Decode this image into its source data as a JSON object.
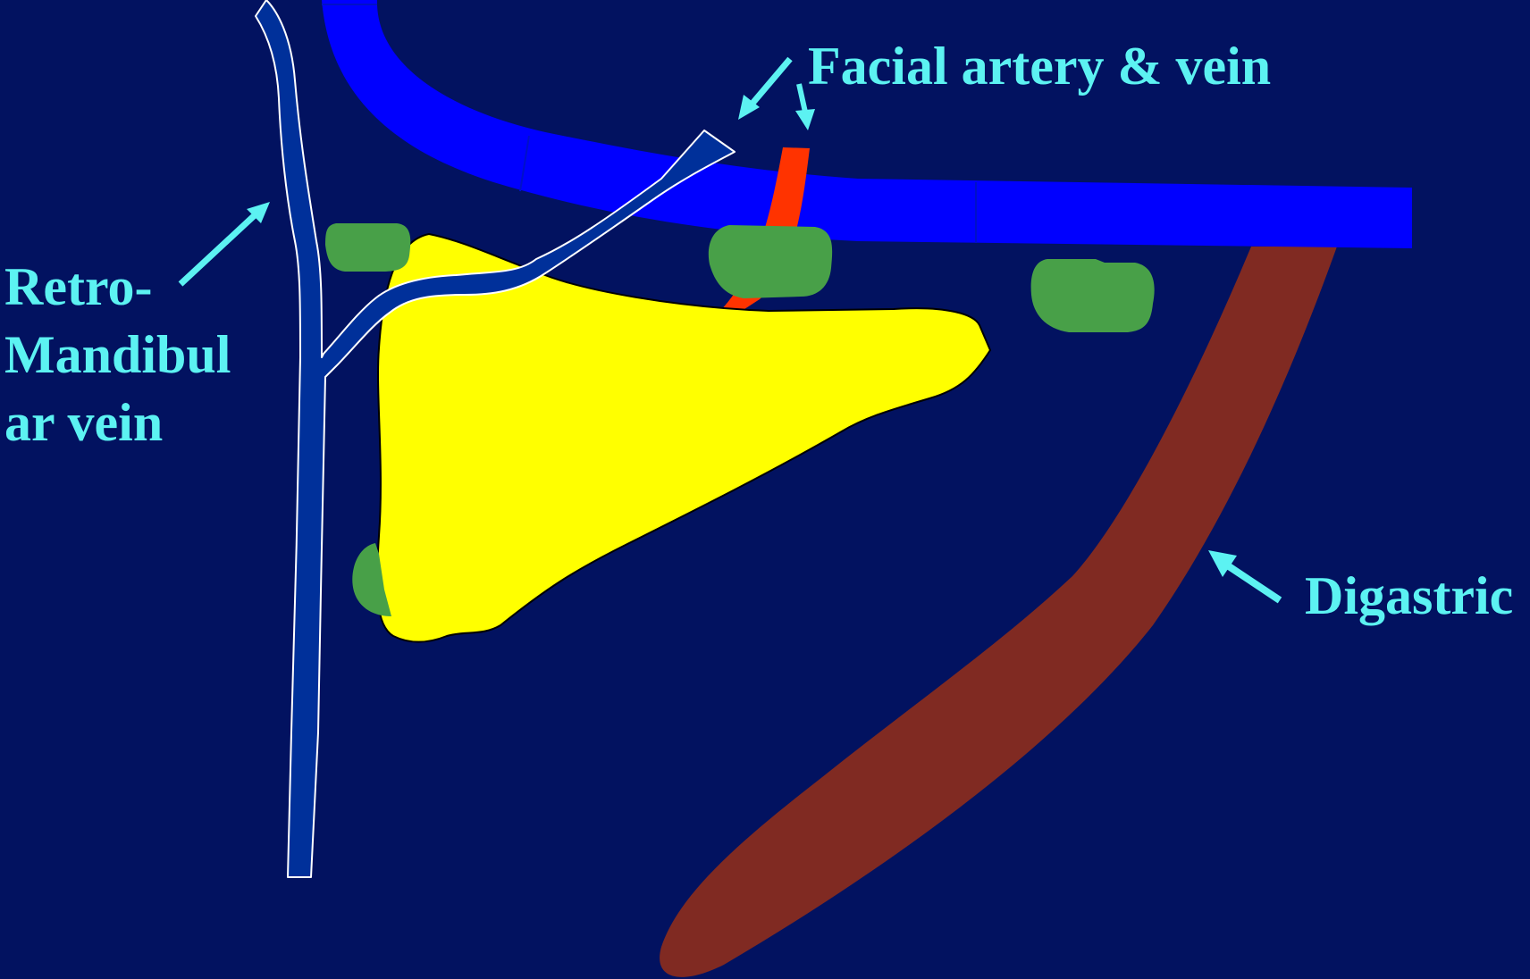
{
  "labels": {
    "facial_artery_vein": "Facial artery & vein",
    "retromandibular_vein": [
      "Retro-",
      "Mandibul",
      "ar vein"
    ],
    "digastric": "Digastric"
  },
  "colors": {
    "background": "#021260",
    "label_text": "#5cf2f2",
    "arrow": "#5cf2f2",
    "mandible_border_vein": "#0000ff",
    "retromandibular_vein": "#00309a",
    "vein_outline": "#ffffff",
    "facial_artery": "#ff3300",
    "submandibular_gland": "#ffff00",
    "lymph_nodes": "#48a048",
    "digastric_muscle": "#802a22"
  }
}
